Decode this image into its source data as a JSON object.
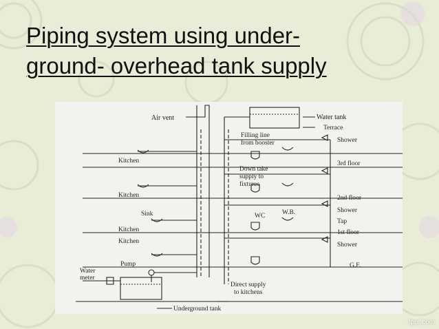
{
  "slide": {
    "title_line1": "Piping system using under-",
    "title_line2": "ground- overhead tank supply",
    "watermark": "fppt.com"
  },
  "diagram": {
    "labels": {
      "air_vent": "Air vent",
      "water_tank": "Water tank",
      "terrace": "Terrace",
      "filling_line_1": "Filling line",
      "filling_line_2": "from booster",
      "shower_top": "Shower",
      "third_floor": "3rd floor",
      "kitchen_1": "Kitchen",
      "down_take_1": "Down take",
      "down_take_2": "supply to",
      "down_take_3": "fixtures",
      "kitchen_2": "Kitchen",
      "second_floor": "2nd floor",
      "sink": "Sink",
      "wb": "W.B.",
      "wc": "WC",
      "shower_mid": "Shower",
      "tap": "Tap",
      "kitchen_3": "Kitchen",
      "first_floor": "1st floor",
      "kitchen_4": "Kitchen",
      "shower_bottom": "Shower",
      "pump": "Pump",
      "water_meter_1": "Water",
      "water_meter_2": "meter",
      "gf": "G.F.",
      "direct_supply_1": "Direct supply",
      "direct_supply_2": "to kitchens",
      "underground_tank": "Underground tank"
    }
  },
  "colors": {
    "background": "#e9ecd6",
    "figure_bg": "#f4f2ee",
    "ink": "#222222"
  }
}
